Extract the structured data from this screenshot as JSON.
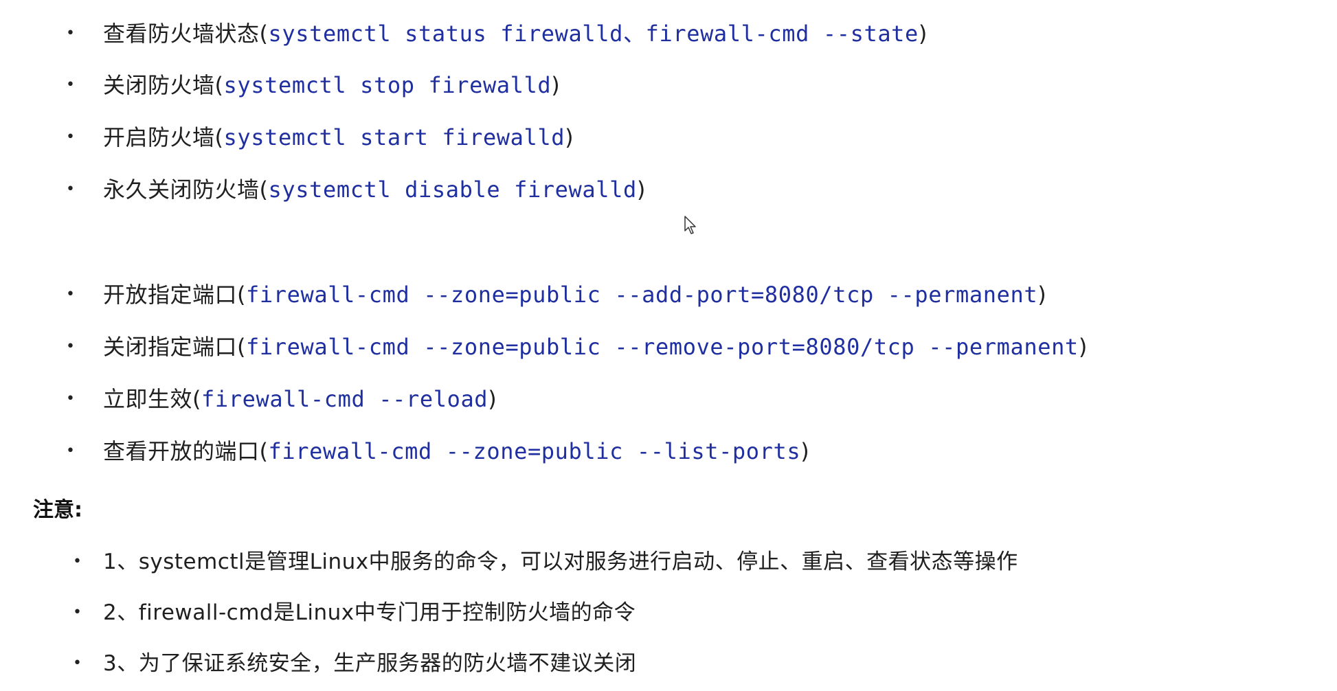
{
  "commands": [
    {
      "label": "查看防火墙状态",
      "code": "systemctl status firewalld、firewall-cmd --state"
    },
    {
      "label": "关闭防火墙",
      "code": "systemctl stop firewalld"
    },
    {
      "label": "开启防火墙",
      "code": "systemctl start firewalld"
    },
    {
      "label": "永久关闭防火墙",
      "code": "systemctl disable firewalld"
    },
    {
      "label": "开放指定端口",
      "code": "firewall-cmd --zone=public --add-port=8080/tcp --permanent"
    },
    {
      "label": "关闭指定端口",
      "code": "firewall-cmd --zone=public --remove-port=8080/tcp --permanent"
    },
    {
      "label": "立即生效",
      "code": "firewall-cmd --reload"
    },
    {
      "label": "查看开放的端口",
      "code": "firewall-cmd --zone=public --list-ports"
    }
  ],
  "notes": {
    "title": "注意:",
    "items": [
      "1、systemctl是管理Linux中服务的命令，可以对服务进行启动、停止、重启、查看状态等操作",
      "2、firewall-cmd是Linux中专门用于控制防火墙的命令",
      "3、为了保证系统安全，生产服务器的防火墙不建议关闭"
    ]
  },
  "punctuation": {
    "open": "(",
    "close": ")",
    "bullet": "•"
  },
  "colors": {
    "code": "#1f2fa0",
    "text": "#1f1f1f"
  },
  "icons": {
    "cursor": "mouse-pointer-icon"
  }
}
